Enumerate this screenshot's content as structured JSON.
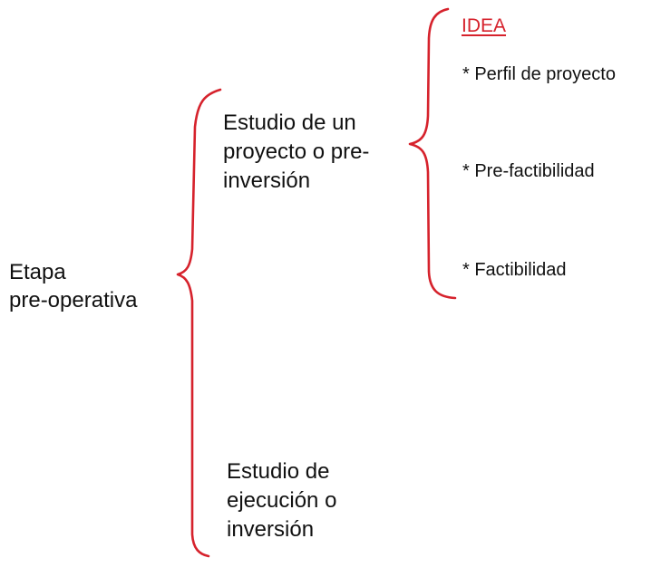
{
  "diagram": {
    "root": {
      "lines": [
        "Etapa",
        "pre-operativa"
      ]
    },
    "phases": [
      {
        "lines": [
          "Estudio de un",
          "proyecto o pre-",
          "inversión"
        ]
      },
      {
        "lines": [
          "Estudio de",
          "ejecución o",
          "inversión"
        ]
      }
    ],
    "idea": {
      "title": "IDEA",
      "stages": [
        "* Perfil de proyecto",
        "* Pre-factibilidad",
        "* Factibilidad"
      ]
    }
  },
  "colors": {
    "brace": "#d6222c",
    "idea_title": "#d6222c",
    "text": "#111111"
  }
}
